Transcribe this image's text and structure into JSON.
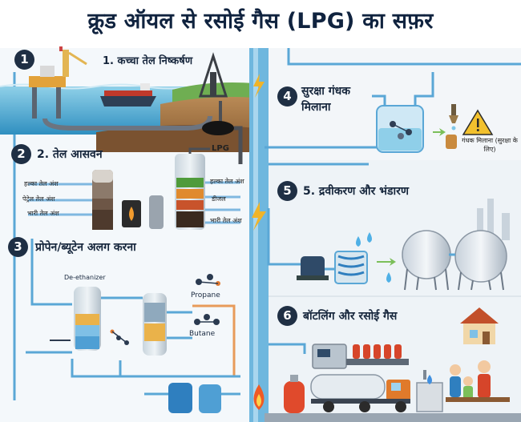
{
  "title": "क्रूड ऑयल से रसोई गैस (LPG) का सफ़र",
  "steps": [
    {
      "num": "1",
      "label": "1. कच्चा तेल निष्कर्षण"
    },
    {
      "num": "2",
      "label": "2. तेल आसवन"
    },
    {
      "num": "3",
      "label": "प्रोपेन/ब्यूटेन अलग करना"
    },
    {
      "num": "4",
      "label": "सुरक्षा गंधक मिलाना"
    },
    {
      "num": "5",
      "label": "5. द्रवीकरण और भंडारण"
    },
    {
      "num": "6",
      "label": "बॉटलिंग और रसोई गैस"
    }
  ],
  "distillation": {
    "left_fractions": [
      "हल्का तेल अंश",
      "पेट्रेल तेल अंश",
      "भारी तेल अंश"
    ],
    "right_fractions": [
      "LPG",
      "हल्का तेल अंश",
      "डीजल",
      "भारी तेल अंश"
    ]
  },
  "separation": {
    "column_label": "De-ethanizer",
    "products": [
      "Propane",
      "Butane"
    ]
  },
  "odorant": {
    "note": "गंधक मिलाना (सुरक्षा के लिए)"
  },
  "colors": {
    "title": "#10233f",
    "badge": "#1f2f44",
    "pipe": "#5aa7d6",
    "center_pipe": "#6fb7de",
    "lpg_tank": "#dfe6ed",
    "cylinder": "#e04a2c",
    "warning": "#f2c12e"
  },
  "icons": [
    "oil-rig-icon",
    "pump-jack-icon",
    "tanker-ship-icon",
    "lightning-icon",
    "warning-icon",
    "dropper-icon",
    "water-drop-icon",
    "house-icon",
    "flame-icon",
    "gas-cylinder-icon",
    "tanker-truck-icon",
    "stove-icon"
  ]
}
